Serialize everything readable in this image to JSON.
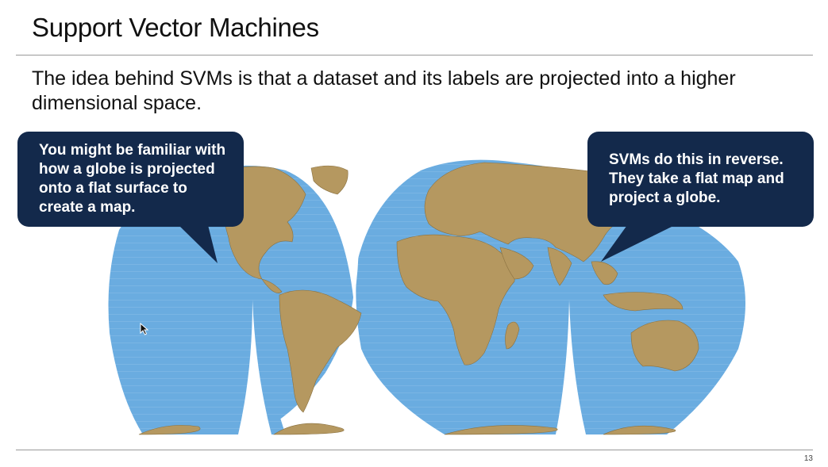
{
  "slide": {
    "title": "Support Vector Machines",
    "body": "The idea behind SVMs is that a dataset and its labels are projected into a higher dimensional space.",
    "page_number": "13"
  },
  "callouts": {
    "left": "You might be familiar with how a globe is projected onto a flat surface to create a map.",
    "right": "SVMs do this in reverse. They take a flat map and project a globe."
  },
  "colors": {
    "ocean": "#6aace0",
    "land": "#b59860",
    "callout_bg": "#13294b",
    "callout_text": "#ffffff"
  },
  "icons": {
    "cursor": "mouse-pointer-icon"
  }
}
